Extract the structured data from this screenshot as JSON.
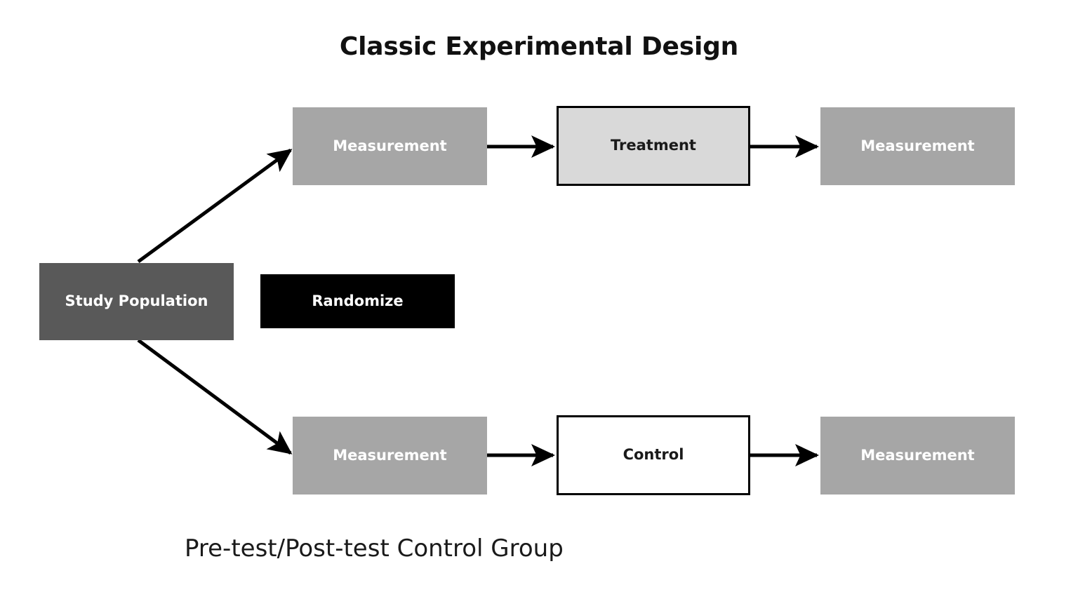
{
  "title": "Classic Experimental Design",
  "caption": "Pre-test/Post-test Control Group",
  "colors": {
    "background": "#ffffff",
    "measurement_fill": "#a6a6a6",
    "population_fill": "#595959",
    "randomize_fill": "#000000",
    "treatment_fill": "#d9d9d9",
    "control_fill": "#ffffff",
    "border": "#000000",
    "light_text": "#ffffff",
    "dark_text": "#1a1a1a",
    "arrow": "#000000"
  },
  "nodes": {
    "study_population": {
      "label": "Study Population"
    },
    "randomize": {
      "label": "Randomize"
    },
    "treatment_pre_measurement": {
      "label": "Measurement"
    },
    "treatment": {
      "label": "Treatment"
    },
    "treatment_post_measurement": {
      "label": "Measurement"
    },
    "control_pre_measurement": {
      "label": "Measurement"
    },
    "control": {
      "label": "Control"
    },
    "control_post_measurement": {
      "label": "Measurement"
    }
  },
  "arrows": [
    {
      "name": "population-to-treatment-pre",
      "from": "study_population",
      "to": "treatment_pre_measurement",
      "direction": "diagonal-up"
    },
    {
      "name": "population-to-control-pre",
      "from": "study_population",
      "to": "control_pre_measurement",
      "direction": "diagonal-down"
    },
    {
      "name": "treatment-pre-to-treatment",
      "from": "treatment_pre_measurement",
      "to": "treatment",
      "direction": "right"
    },
    {
      "name": "treatment-to-treatment-post",
      "from": "treatment",
      "to": "treatment_post_measurement",
      "direction": "right"
    },
    {
      "name": "control-pre-to-control",
      "from": "control_pre_measurement",
      "to": "control",
      "direction": "right"
    },
    {
      "name": "control-to-control-post",
      "from": "control",
      "to": "control_post_measurement",
      "direction": "right"
    }
  ]
}
